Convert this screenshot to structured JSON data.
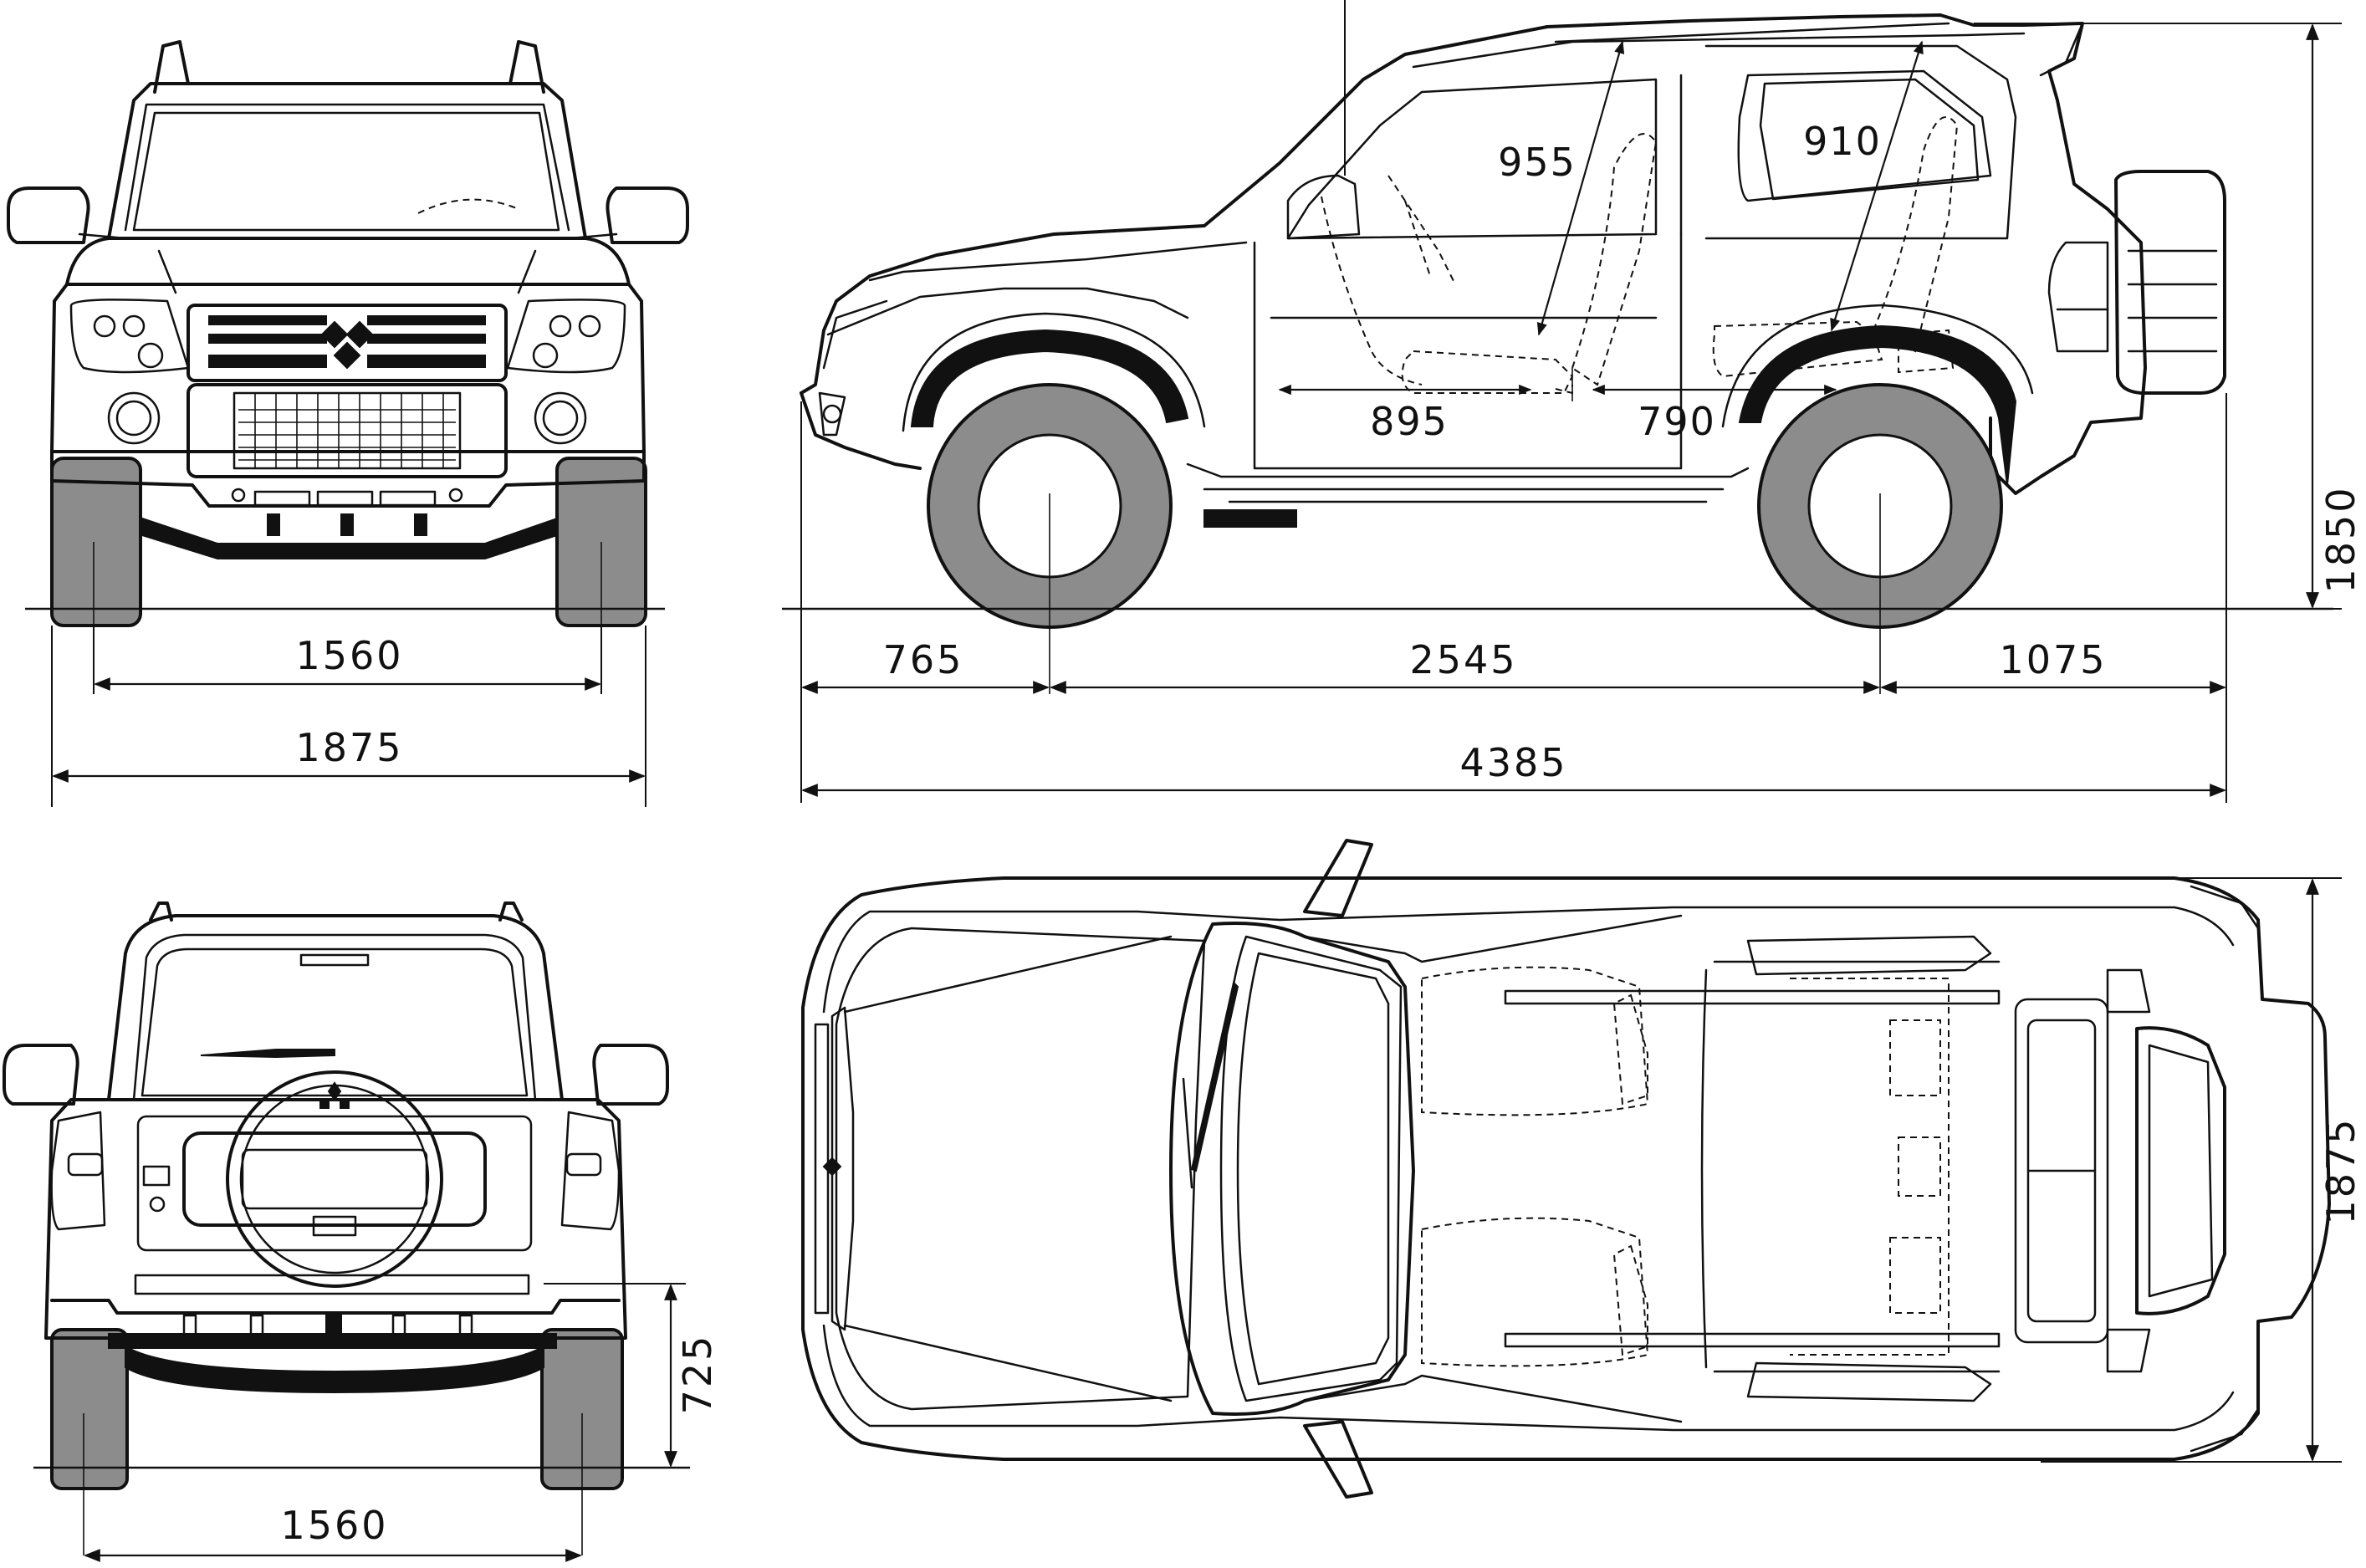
{
  "dimensions": {
    "front_track": "1560",
    "front_width": "1875",
    "front_overhang": "765",
    "wheelbase": "2545",
    "rear_overhang": "1075",
    "overall_length": "4385",
    "overall_height": "1850",
    "rear_track": "1560",
    "rear_height": "725",
    "top_width": "1875"
  },
  "interior": {
    "front_headroom": "955",
    "rear_headroom": "910",
    "front_legroom": "895",
    "rear_legroom": "790"
  }
}
